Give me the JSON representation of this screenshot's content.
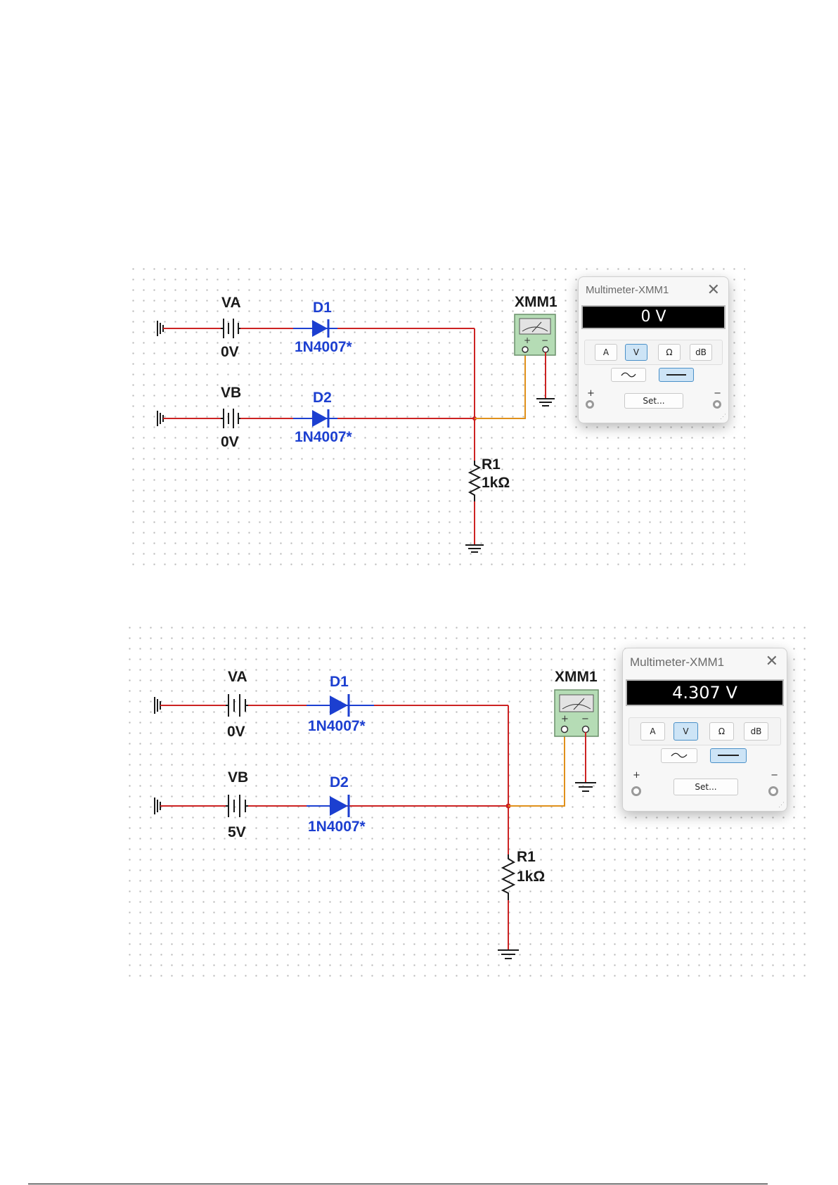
{
  "circuits": [
    {
      "source_a": {
        "name": "VA",
        "value": "0V"
      },
      "source_b": {
        "name": "VB",
        "value": "0V"
      },
      "diode_1": {
        "name": "D1",
        "model": "1N4007*"
      },
      "diode_2": {
        "name": "D2",
        "model": "1N4007*"
      },
      "resistor": {
        "name": "R1",
        "value": "1kΩ"
      },
      "meter_label": "XMM1",
      "multimeter": {
        "title": "Multimeter-XMM1",
        "close": "✕",
        "reading": "0 V",
        "buttons": {
          "A": "A",
          "V": "V",
          "ohm": "Ω",
          "dB": "dB"
        },
        "active_mode": "V",
        "coupling": "dc",
        "set": "Set...",
        "plus": "+",
        "minus": "−"
      }
    },
    {
      "source_a": {
        "name": "VA",
        "value": "0V"
      },
      "source_b": {
        "name": "VB",
        "value": "5V"
      },
      "diode_1": {
        "name": "D1",
        "model": "1N4007*"
      },
      "diode_2": {
        "name": "D2",
        "model": "1N4007*"
      },
      "resistor": {
        "name": "R1",
        "value": "1kΩ"
      },
      "meter_label": "XMM1",
      "multimeter": {
        "title": "Multimeter-XMM1",
        "close": "✕",
        "reading": "4.307 V",
        "buttons": {
          "A": "A",
          "V": "V",
          "ohm": "Ω",
          "dB": "dB"
        },
        "active_mode": "V",
        "coupling": "dc",
        "set": "Set...",
        "plus": "+",
        "minus": "−"
      }
    }
  ],
  "colors": {
    "wire_red": "#cc2222",
    "wire_blue": "#1c3fd0",
    "wire_orange": "#e0901a",
    "meter_green": "#b5dcb5"
  }
}
